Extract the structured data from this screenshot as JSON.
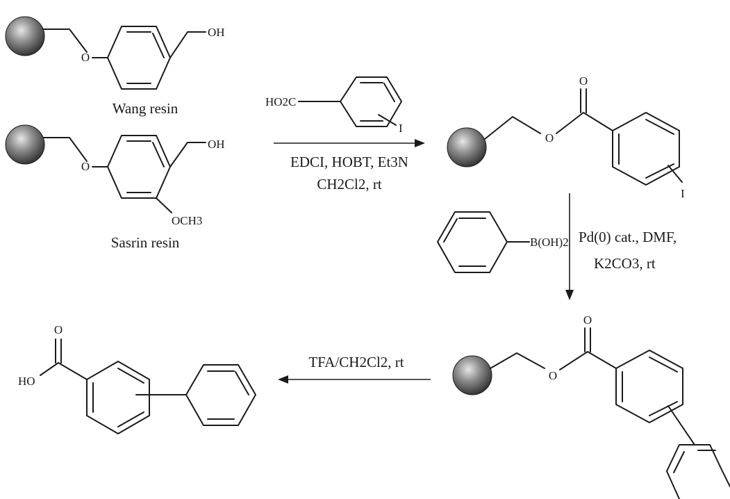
{
  "atoms": {
    "oxygen": "O",
    "hydroxyl": "OH",
    "hydroxyl_left": "HO",
    "iodine": "I",
    "methoxy": "OCH3",
    "carboxyl_reagent": "HO2C",
    "boronic_acid": "B(OH)2"
  },
  "labels": {
    "wang_resin": "Wang resin",
    "sasrin_resin": "Sasrin resin"
  },
  "conditions": {
    "coupling_line1": "EDCI, HOBT, Et3N",
    "coupling_line2": "CH2Cl2, rt",
    "suzuki_line1": "Pd(0) cat., DMF,",
    "suzuki_line2": "K2CO3, rt",
    "cleavage": "TFA/CH2Cl2, rt"
  },
  "colors": {
    "bead_light": "#e6e6e6",
    "bead_mid": "#8a8a8a",
    "bead_dark": "#2b2b2b",
    "ink": "#1a1a1a"
  }
}
